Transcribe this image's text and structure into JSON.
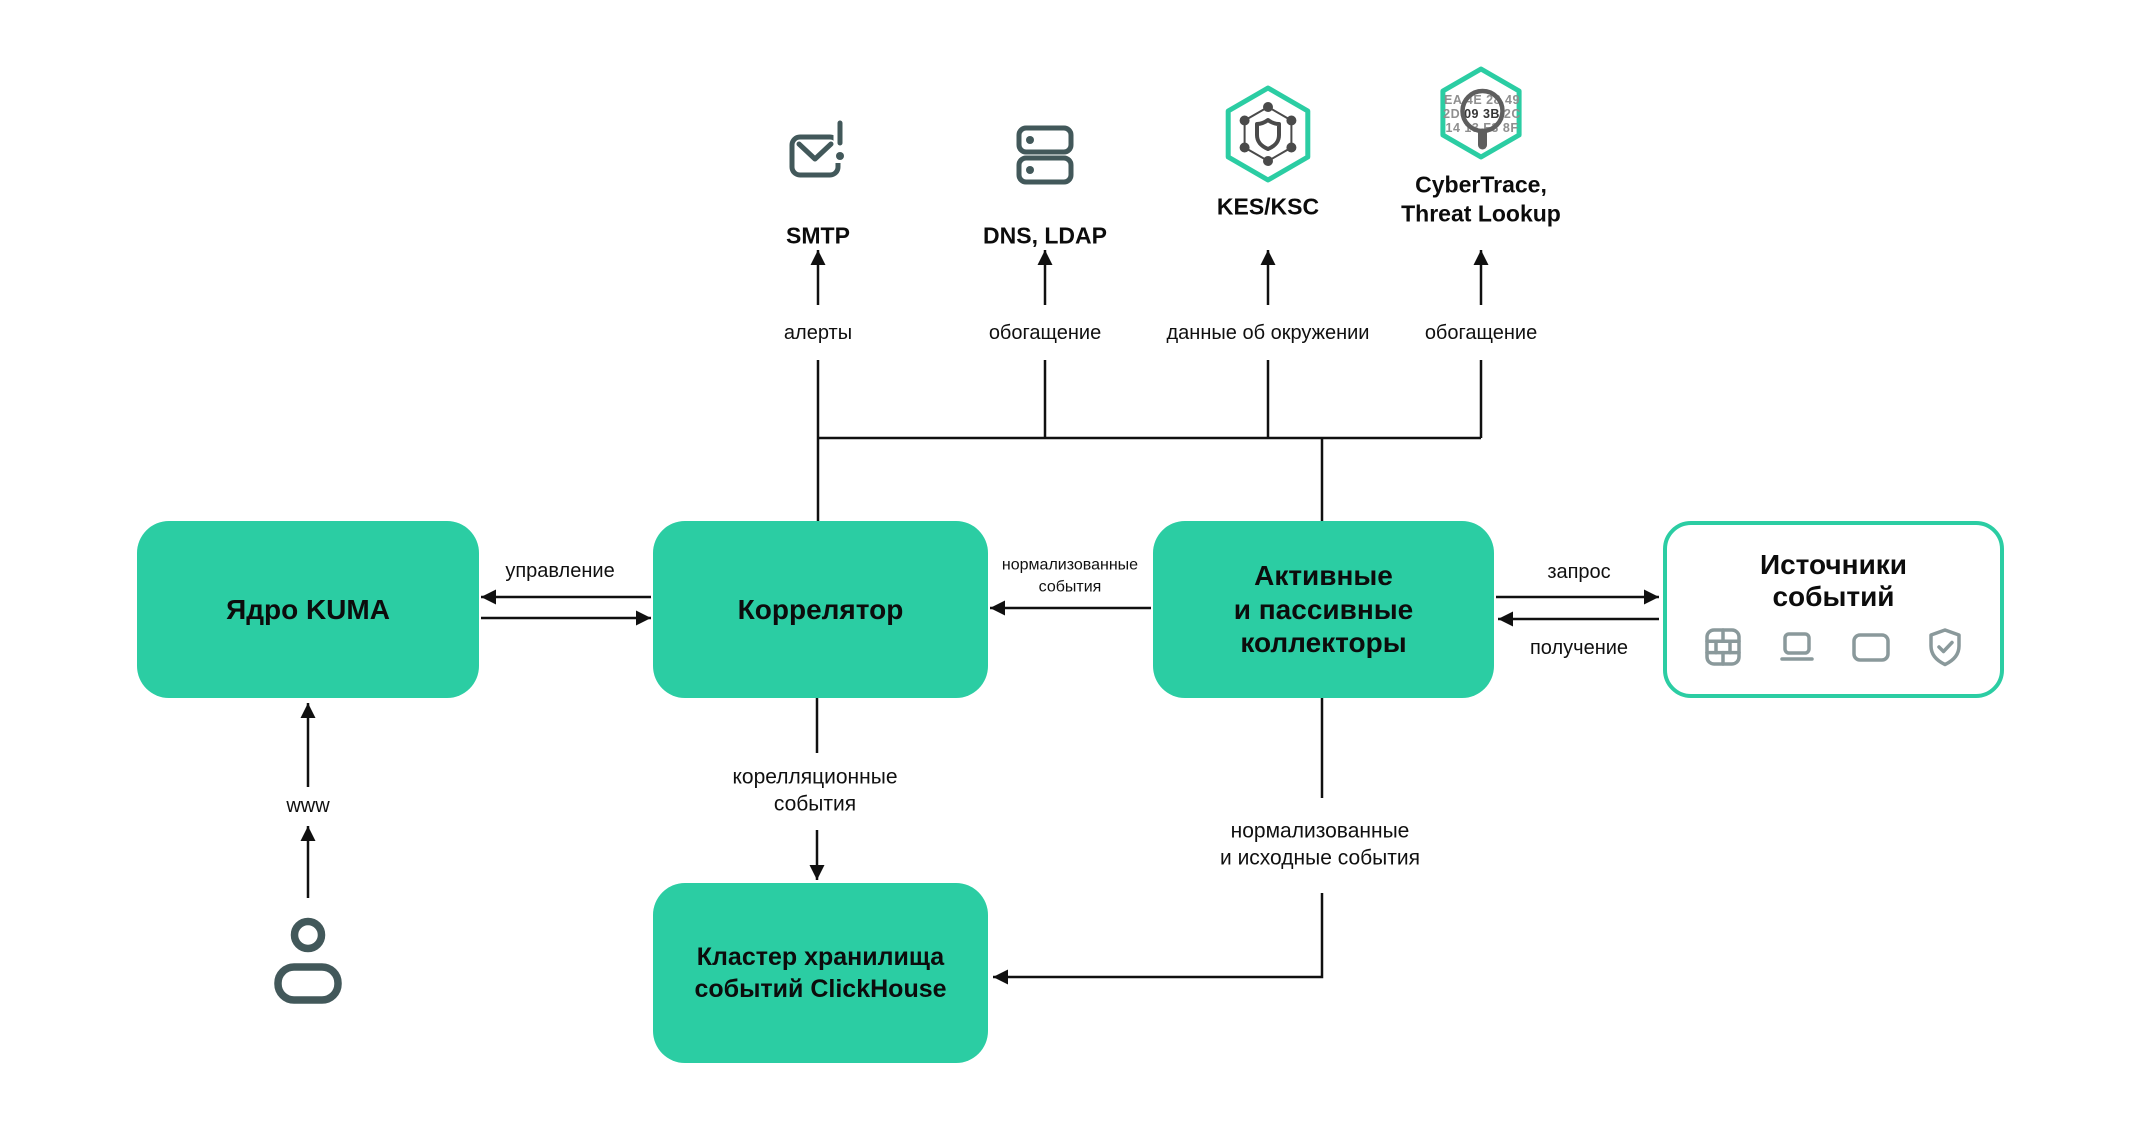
{
  "colors": {
    "teal": "#2BCDA3",
    "icon_dark": "#42585A",
    "icon_gray": "#8A999B",
    "line": "#101010",
    "text": "#0C0C0C"
  },
  "top_nodes": [
    {
      "id": "smtp",
      "label": "SMTP",
      "edge_label": "алерты"
    },
    {
      "id": "dns_ldap",
      "label": "DNS, LDAP",
      "edge_label": "обогащение"
    },
    {
      "id": "kes_ksc",
      "label": "KES/KSC",
      "edge_label": "данные об окружении"
    },
    {
      "id": "cybertrace",
      "label": "CyberTrace,\nThreat Lookup",
      "edge_label": "обогащение"
    }
  ],
  "cybertrace_hex": {
    "line1": "EA 4E 28 49",
    "line2_left": "2D ",
    "line2_mid": "09 3B",
    "line2_right": " 2C",
    "line3": "14 13 F3 8F"
  },
  "boxes": {
    "kuma_core": "Ядро KUMA",
    "correlator": "Коррелятор",
    "collectors": "Активные\nи пассивные\nколлекторы",
    "sources": "Источники\nсобытий",
    "clickhouse": "Кластер хранилища\nсобытий ClickHouse"
  },
  "edge_labels": {
    "management": "управление",
    "normalized_events": "нормализованные\nсобытия",
    "request": "запрос",
    "receive": "получение",
    "correlation_events": "корелляционные\nсобытия",
    "normalized_raw_events": "нормализованные\nи исходные события",
    "www": "www"
  }
}
